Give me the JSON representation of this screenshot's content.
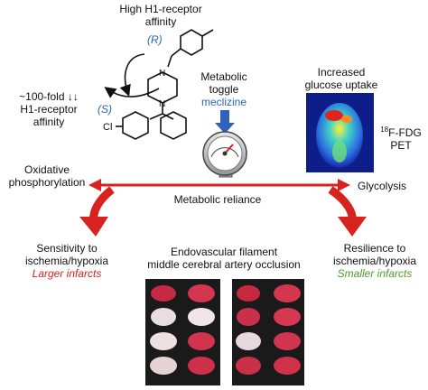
{
  "top": {
    "high_affinity_line1": "High H1-receptor",
    "high_affinity_line2": "affinity",
    "r_label": "(R)",
    "fold_line1": "~100-fold ↓↓",
    "fold_line2": "H1-receptor",
    "fold_line3": "affinity",
    "s_label": "(S)",
    "cl_label": "Cl"
  },
  "toggle": {
    "line1": "Metabolic",
    "line2": "toggle",
    "drug": "meclizine"
  },
  "pet": {
    "line1": "Increased",
    "line2": "glucose uptake",
    "tracer_sup": "18",
    "tracer_rest": "F-FDG",
    "tracer_line2": "PET"
  },
  "axis": {
    "left_line1": "Oxidative",
    "left_line2": "phosphorylation",
    "center": "Metabolic reliance",
    "right": "Glycolysis"
  },
  "left_outcome": {
    "line1": "Sensitivity to",
    "line2": "ischemia/hypoxia",
    "result": "Larger infarcts"
  },
  "middle": {
    "line1": "Endovascular filament",
    "line2": "middle cerebral artery occlusion"
  },
  "right_outcome": {
    "line1": "Resilience to",
    "line2": "ischemia/hypoxia",
    "result": "Smaller infarcts"
  },
  "colors": {
    "arrow_red": "#d8221f",
    "r_s_blue": "#2a64b4",
    "smaller_green": "#4f9a2a"
  }
}
